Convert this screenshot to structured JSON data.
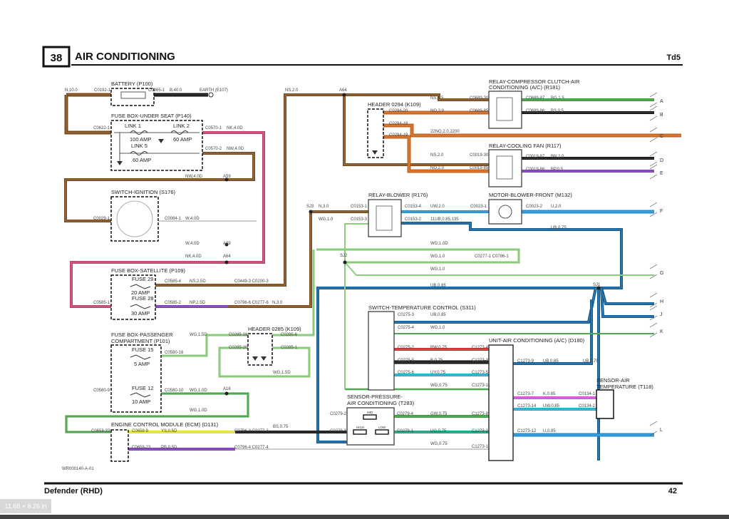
{
  "header": {
    "section_number": "38",
    "title": "AIR CONDITIONING",
    "engine": "Td5"
  },
  "footer": {
    "model": "Defender (RHD)",
    "page_number": "42",
    "drawing_ref": "WR000140-A-01"
  },
  "viewer": {
    "page_size": "11.68 × 8.26 in"
  },
  "components": {
    "battery": "BATTERY (P100)",
    "fusebox_seat": "FUSE BOX-UNDER SEAT (P140)",
    "switch_ignition": "SWITCH-IGNITION (S176)",
    "fusebox_satellite": "FUSE BOX-SATELLITE (P109)",
    "fusebox_passenger_1": "FUSE BOX-PASSENGER",
    "fusebox_passenger_2": "COMPARTMENT (P101)",
    "ecm": "ENGINE CONTROL MODULE (ECM) (D131)",
    "header_0294": "HEADER 0294 (K109)",
    "header_0285": "HEADER 0285 (K109)",
    "relay_compressor_1": "RELAY-COMPRESSOR CLUTCH-AIR",
    "relay_compressor_2": "CONDITIONING (A/C) (R181)",
    "relay_fan": "RELAY-COOLING FAN (R117)",
    "relay_blower": "RELAY-BLOWER (R176)",
    "motor_blower": "MOTOR-BLOWER-FRONT (M132)",
    "switch_temp": "SWITCH-TEMPERATURE CONTROL (S311)",
    "unit_ac": "UNIT-AIR CONDITIONING (A/C) (D180)",
    "sensor_pressure_1": "SENSOR-PRESSURE-",
    "sensor_pressure_2": "AIR CONDITIONING (T283)",
    "sensor_air_1": "SENSOR-AIR",
    "sensor_air_2": "TEMPERATURE (T118)"
  },
  "fuses": {
    "link1": "LINK 1",
    "link1_amp": "100 AMP",
    "link2": "LINK 2",
    "link2_amp": "60 AMP",
    "link5": "LINK 5",
    "link5_amp": "60 AMP",
    "fuse29": "FUSE 29",
    "fuse29_amp": "20 AMP",
    "fuse28": "FUSE 28",
    "fuse28_amp": "30 AMP",
    "fuse15": "FUSE 15",
    "fuse15_amp": "5 AMP",
    "fuse12": "FUSE 12",
    "fuse12_amp": "10 AMP",
    "mid": "MID",
    "high": "HIGH",
    "low": "LOW"
  },
  "splices": {
    "a64": "A64",
    "a59": "A59",
    "a29": "A29",
    "a64b": "A64",
    "a16": "A16",
    "sj3": "SJ3",
    "sj2": "SJ2",
    "sj1": "SJ1"
  },
  "connectors": {
    "c0192_1": "C0192-1",
    "c0065_1": "C0065-1",
    "earth": "EARTH (E107)",
    "c0622_1": "C0622-1",
    "c0570_1": "C0570-1",
    "c0570_2": "C0570-2",
    "c0029_1": "C0029-1",
    "c0084_1": "C0084-1",
    "c0585_4": "C0585-4",
    "c0585_2": "C0585-2",
    "c0585_1": "C0585-1",
    "c0449_3": "C0449-3 C0200-3",
    "c0796_6": "C0796-6 C0277-6",
    "c0580_16": "C0580-16",
    "c0580_9": "C0580-9",
    "c0580_10": "C0580-10",
    "c0285_16": "C0285-16",
    "c0285_20": "C0285-20",
    "c0285_6": "C0285-6",
    "c0285_1": "C0285-1",
    "c0658_33": "C0658-33",
    "c0658_9": "C0658-9",
    "c0658_23": "C0658-23",
    "c0796_3": "C0796-3 C0277-3",
    "c0796_4": "C0796-4 C0277-4",
    "c0294_20": "C0294-20",
    "c0294_18": "C0294-18",
    "c0294_19": "C0294-19",
    "c0689_30": "C0689-30",
    "c0689_85": "C0689-85",
    "c0689_87": "C0689-87",
    "c0689_86": "C0689-86",
    "c0019_30": "C0019-30",
    "c0019_85": "C0019-85",
    "c0019_87": "C0019-87",
    "c0019_86": "C0019-86",
    "c0153_1": "C0153-1",
    "c0153_3": "C0153-3",
    "c0153_4": "C0153-4",
    "c0153_2": "C0153-2",
    "c0023_1": "C0023-1",
    "c0023_2": "C0023-2",
    "c0277_1": "C0277-1 C0786-1",
    "c0275_3": "C0275-3",
    "c0275_4": "C0275-4",
    "c0275_2": "C0275-2",
    "c0275_5": "C0275-5",
    "c0275_6": "C0275-6",
    "c1273_4": "C1273-4",
    "c1273_3": "C1273-3",
    "c1273_5": "C1273-5",
    "c1273_11": "C1273-11",
    "c1273_9": "C1273-9",
    "c1273_7": "C1273-7",
    "c1273_14": "C1273-14",
    "c1273_12": "C1273-12",
    "c1273_8": "C1273-8",
    "c1273_2": "C1273-2",
    "c1273_1": "C1273-1",
    "c0134_1": "C0134-1",
    "c0134_2": "C0134-2",
    "c0279_2": "C0279-2",
    "c0279_3": "C0279-3",
    "c0279_4": "C0279-4",
    "c0279_1": "C0279-1"
  },
  "wires": {
    "n10": "N,10.0",
    "b40": "B,40.0",
    "nk4": "NK,4.0D",
    "nw4": "NW,4.0D",
    "nw4b": "NW,4.0D",
    "w4": "W,4.0D",
    "w4b": "W,4.0D",
    "nk4b": "NK,4.0D",
    "ns2": "NS,2.0",
    "ns15": "NS,1.5",
    "no2": "NO,2.0",
    "zzno": "22NO,2.0,2200",
    "ns2b": "NS,2.0",
    "no2b": "NO,2.0",
    "bg15": "BG,1.5",
    "bs05": "BS,0.5",
    "bn2": "BN,2.0",
    "bp05": "BP,0.5",
    "n3": "N,3.0",
    "wg1": "WG,1.0",
    "uw2": "UW,2.0",
    "ub085_135": "11UB,0.85,135",
    "u2": "U,2.0",
    "ub075": "UB,0.75",
    "wg1d": "WG,1.0D",
    "wg1b": "WG,1.0",
    "wg1c": "WG,1.0",
    "ns25": "NS,2.5D",
    "np25": "NP,2.5D",
    "n3b": "N,3.0",
    "ub085": "UB,0.85",
    "ub085b": "UB,0.85",
    "wg1e": "WG,1.0",
    "rw075": "RW,0.75",
    "b075": "B,0.75",
    "uy075": "UY,0.75",
    "wg075": "WG,0.75",
    "ub085c": "UB,0.85",
    "ub075b": "UB,0.75",
    "k085": "K,0.85",
    "uw085": "UW,0.85",
    "u085": "U,0.85",
    "gw075": "GW,0.75",
    "ug075": "UG,0.75",
    "wg075b": "WG,0.75",
    "wg15": "WG,1.5D",
    "wg15b": "WG,1.5D",
    "wg1f": "WG,1.0D",
    "wg1g": "WG,1.0D",
    "ys05": "YS,0.5D",
    "pb05": "PB,0.5D",
    "bs075": "BS,0.75"
  },
  "outputs": [
    "A",
    "B",
    "C",
    "D",
    "E",
    "F",
    "G",
    "H",
    "J",
    "K",
    "L"
  ],
  "colors": {
    "brown": "#7a4a1a",
    "pink": "#c0406a",
    "orange": "#c8641a",
    "green": "#3a9a3a",
    "lightgreen": "#7cc46a",
    "blue": "#1f8fd0",
    "darkblue": "#0e5c94",
    "red": "#d02a2a",
    "yellow": "#e0e040",
    "purple": "#7a3ab8",
    "magenta": "#d84ad8",
    "cyan": "#26a8c8",
    "teal": "#18a078",
    "black": "#111111",
    "grey": "#999999"
  }
}
